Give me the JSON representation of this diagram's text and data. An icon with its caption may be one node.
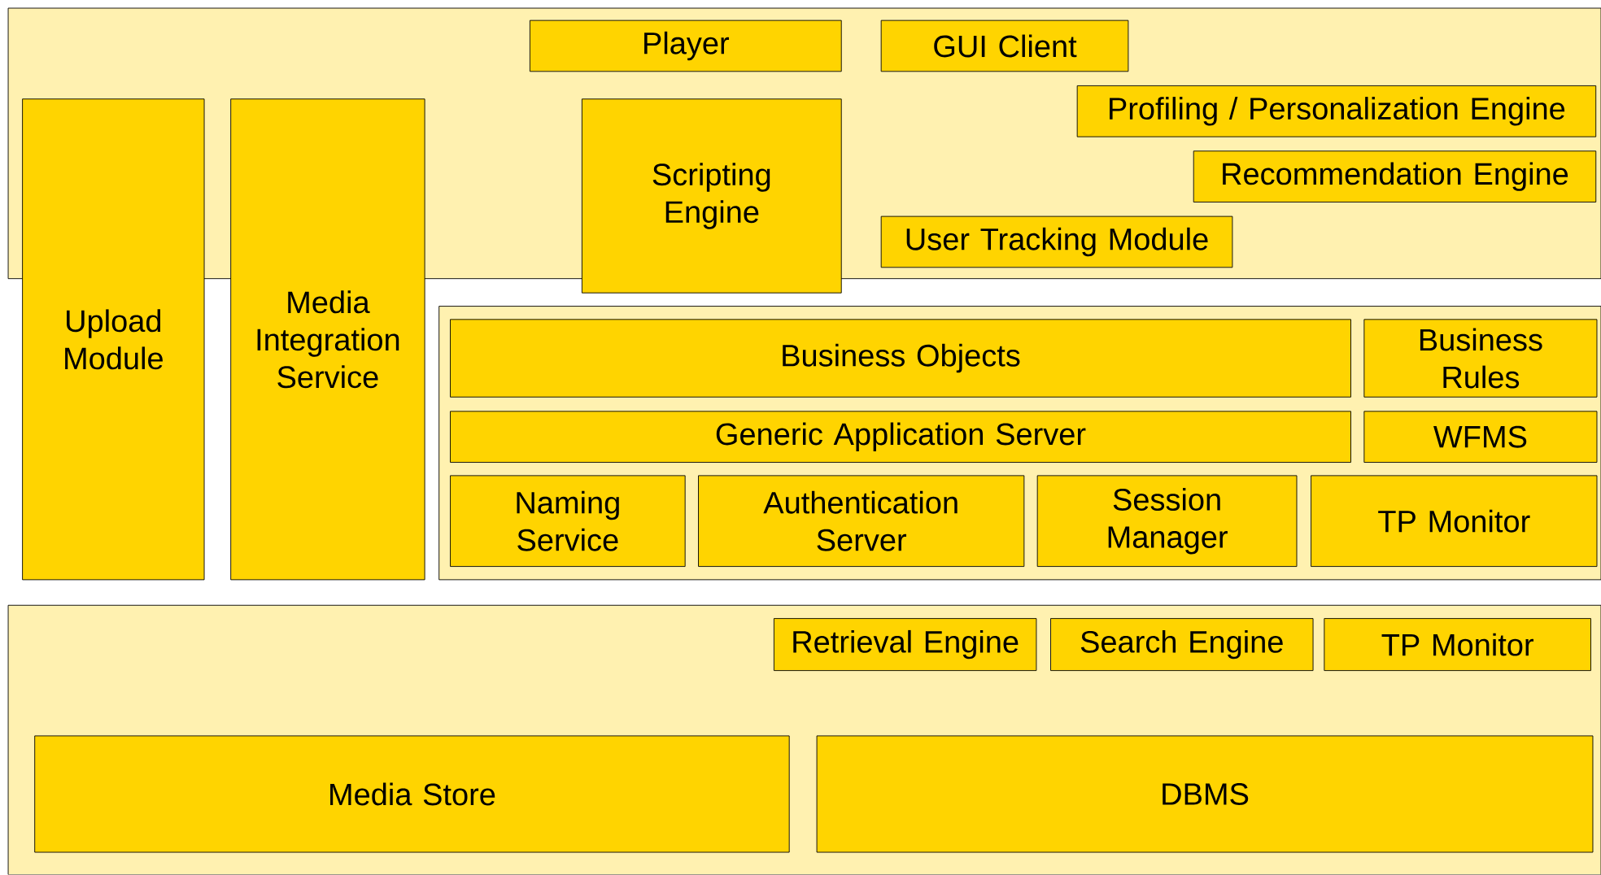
{
  "diagram": {
    "nodes": [
      {
        "text": [],
        "shape": "box"
      },
      {
        "text": [
          "Player"
        ],
        "in": 0
      },
      {
        "text": [
          "GUI Client"
        ],
        "in": 0
      },
      {
        "text": [
          "Profiling / Personalization Engine"
        ],
        "in": 0
      },
      {
        "text": [
          "Recommendation Engine"
        ],
        "in": 0
      },
      {
        "text": [
          "Scripting Engine"
        ]
      },
      {
        "text": [
          "User Tracking Module"
        ],
        "in": 0
      },
      {
        "text": [
          "Upload Module"
        ]
      },
      {
        "text": [
          "Media Integration Service"
        ]
      },
      {
        "text": [],
        "shape": "box"
      },
      {
        "text": [
          "Business Objects"
        ],
        "in": 9
      },
      {
        "text": [
          "Business Rules"
        ],
        "in": 9
      },
      {
        "text": [
          "Generic Application Server"
        ],
        "in": 9
      },
      {
        "text": [
          "WFMS"
        ],
        "in": 9
      },
      {
        "text": [
          "Naming Service"
        ],
        "in": 9
      },
      {
        "text": [
          "Authentication Server"
        ],
        "in": 9
      },
      {
        "text": [
          "Session Manager"
        ],
        "in": 9
      },
      {
        "text": [
          "TP Monitor"
        ],
        "in": 9
      },
      {
        "text": [],
        "shape": "box"
      },
      {
        "text": [
          "Retrieval Engine"
        ],
        "in": 18
      },
      {
        "text": [
          "Search Engine"
        ],
        "in": 18
      },
      {
        "text": [
          "TP Monitor"
        ],
        "in": 18
      },
      {
        "text": [
          "Media Store"
        ],
        "in": 18
      },
      {
        "text": [
          "DBMS"
        ],
        "in": 18
      }
    ]
  }
}
